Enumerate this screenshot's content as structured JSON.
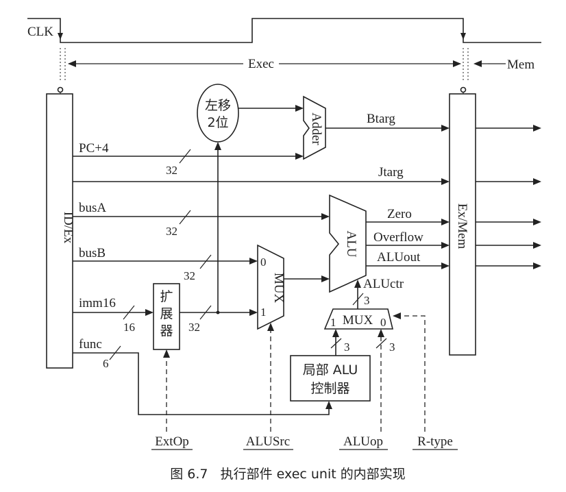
{
  "clock": {
    "clk": "CLK",
    "exec": "Exec",
    "mem": "Mem"
  },
  "blocks": {
    "id_ex": "ID/Ex",
    "ex_mem": "Ex/Mem",
    "shift_line1": "左移",
    "shift_line2": "2位",
    "adder": "Adder",
    "alu": "ALU",
    "mux_src": "MUX",
    "mux_src_in0": "0",
    "mux_src_in1": "1",
    "ext": [
      "扩",
      "展",
      "器"
    ],
    "mux_op": "MUX",
    "mux_op_in1": "1",
    "mux_op_in0": "0",
    "local_ctrl_line1": "局部 ALU",
    "local_ctrl_line2": "控制器"
  },
  "signals": {
    "pc4": "PC+4",
    "busA": "busA",
    "busB": "busB",
    "imm16": "imm16",
    "func": "func",
    "btarg": "Btarg",
    "jtarg": "Jtarg",
    "zero": "Zero",
    "overflow": "Overflow",
    "aluout": "ALUout",
    "aluctr": "ALUctr"
  },
  "widths": {
    "pc4": "32",
    "busA": "32",
    "busB": "32",
    "imm16": "16",
    "ext_out": "32",
    "func": "6",
    "aluctr": "3",
    "mux_op_in1": "3",
    "mux_op_in0": "3"
  },
  "controls": {
    "extop": "ExtOp",
    "alusrc": "ALUSrc",
    "aluop": "ALUop",
    "rtype": "R-type"
  },
  "caption": "图 6.7   执行部件 exec unit 的内部实现"
}
